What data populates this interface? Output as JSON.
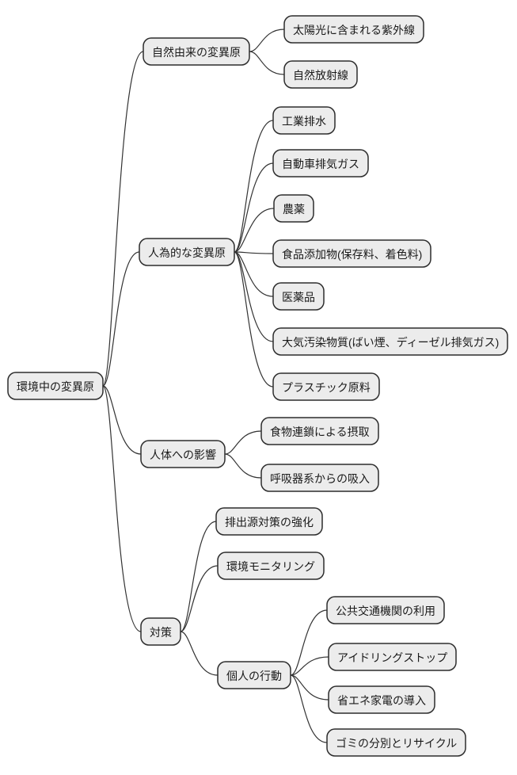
{
  "diagram": {
    "type": "mindmap",
    "direction": "left-to-right",
    "colors": {
      "background": "#ffffff",
      "node_fill": "#ececec",
      "node_border": "#2d2d2d",
      "link": "#333333",
      "text": "#1a1a1a"
    },
    "root": {
      "id": "root",
      "label": "環境中の変異原",
      "children": [
        {
          "id": "natural",
          "label": "自然由来の変異原",
          "children": [
            {
              "id": "uv",
              "label": "太陽光に含まれる紫外線",
              "children": []
            },
            {
              "id": "radiation",
              "label": "自然放射線",
              "children": []
            }
          ]
        },
        {
          "id": "anthropogenic",
          "label": "人為的な変異原",
          "children": [
            {
              "id": "industrial-wastewater",
              "label": "工業排水",
              "children": []
            },
            {
              "id": "car-exhaust",
              "label": "自動車排気ガス",
              "children": []
            },
            {
              "id": "pesticides",
              "label": "農薬",
              "children": []
            },
            {
              "id": "food-additives",
              "label": "食品添加物(保存料、着色料)",
              "children": []
            },
            {
              "id": "pharmaceuticals",
              "label": "医薬品",
              "children": []
            },
            {
              "id": "air-pollutants",
              "label": "大気汚染物質(ばい煙、ディーゼル排気ガス)",
              "children": []
            },
            {
              "id": "plastic-raw-materials",
              "label": "プラスチック原料",
              "children": []
            }
          ]
        },
        {
          "id": "human-impact",
          "label": "人体への影響",
          "children": [
            {
              "id": "food-chain-intake",
              "label": "食物連鎖による摂取",
              "children": []
            },
            {
              "id": "respiratory-inhalation",
              "label": "呼吸器系からの吸入",
              "children": []
            }
          ]
        },
        {
          "id": "countermeasures",
          "label": "対策",
          "children": [
            {
              "id": "emission-source-control",
              "label": "排出源対策の強化",
              "children": []
            },
            {
              "id": "environmental-monitoring",
              "label": "環境モニタリング",
              "children": []
            },
            {
              "id": "personal-actions",
              "label": "個人の行動",
              "children": [
                {
                  "id": "public-transport",
                  "label": "公共交通機関の利用",
                  "children": []
                },
                {
                  "id": "idling-stop",
                  "label": "アイドリングストップ",
                  "children": []
                },
                {
                  "id": "energy-saving-appliances",
                  "label": "省エネ家電の導入",
                  "children": []
                },
                {
                  "id": "waste-sorting-recycling",
                  "label": "ゴミの分別とリサイクル",
                  "children": []
                }
              ]
            }
          ]
        }
      ]
    }
  }
}
